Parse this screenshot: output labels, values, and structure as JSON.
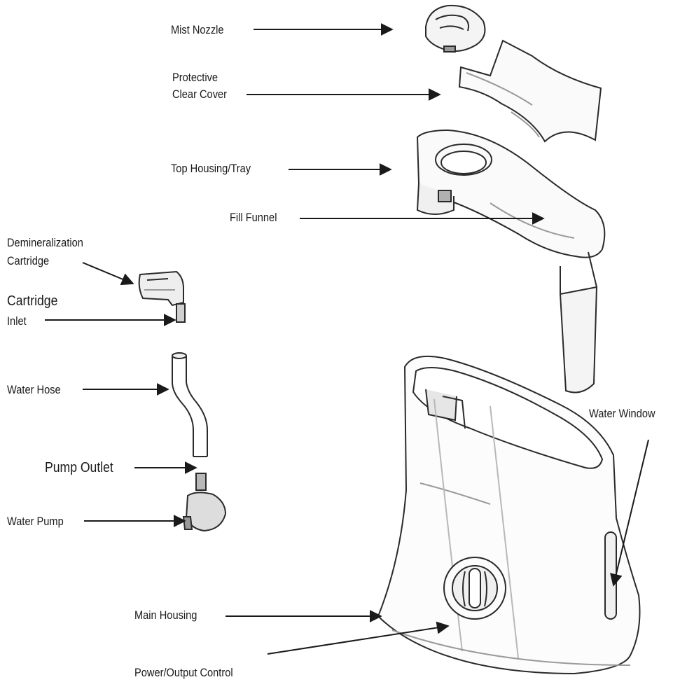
{
  "labels": {
    "mist_nozzle": "Mist Nozzle",
    "protective_cover": [
      "Protective",
      "Clear Cover"
    ],
    "top_housing": "Top Housing/Tray",
    "fill_funnel": "Fill Funnel",
    "demineralization": [
      "Demineralization",
      "Cartridge"
    ],
    "cartridge_inlet": [
      "Cartridge",
      "Inlet"
    ],
    "water_hose": "Water Hose",
    "pump_outlet": "Pump Outlet",
    "water_pump": "Water Pump",
    "water_window": "Water Window",
    "main_housing": "Main Housing",
    "power_control": "Power/Output Control"
  },
  "colors": {
    "ink": "#1a1a1a",
    "line": "#2a2a2a",
    "light": "#9a9a9a",
    "fill": "#f4f4f4"
  }
}
